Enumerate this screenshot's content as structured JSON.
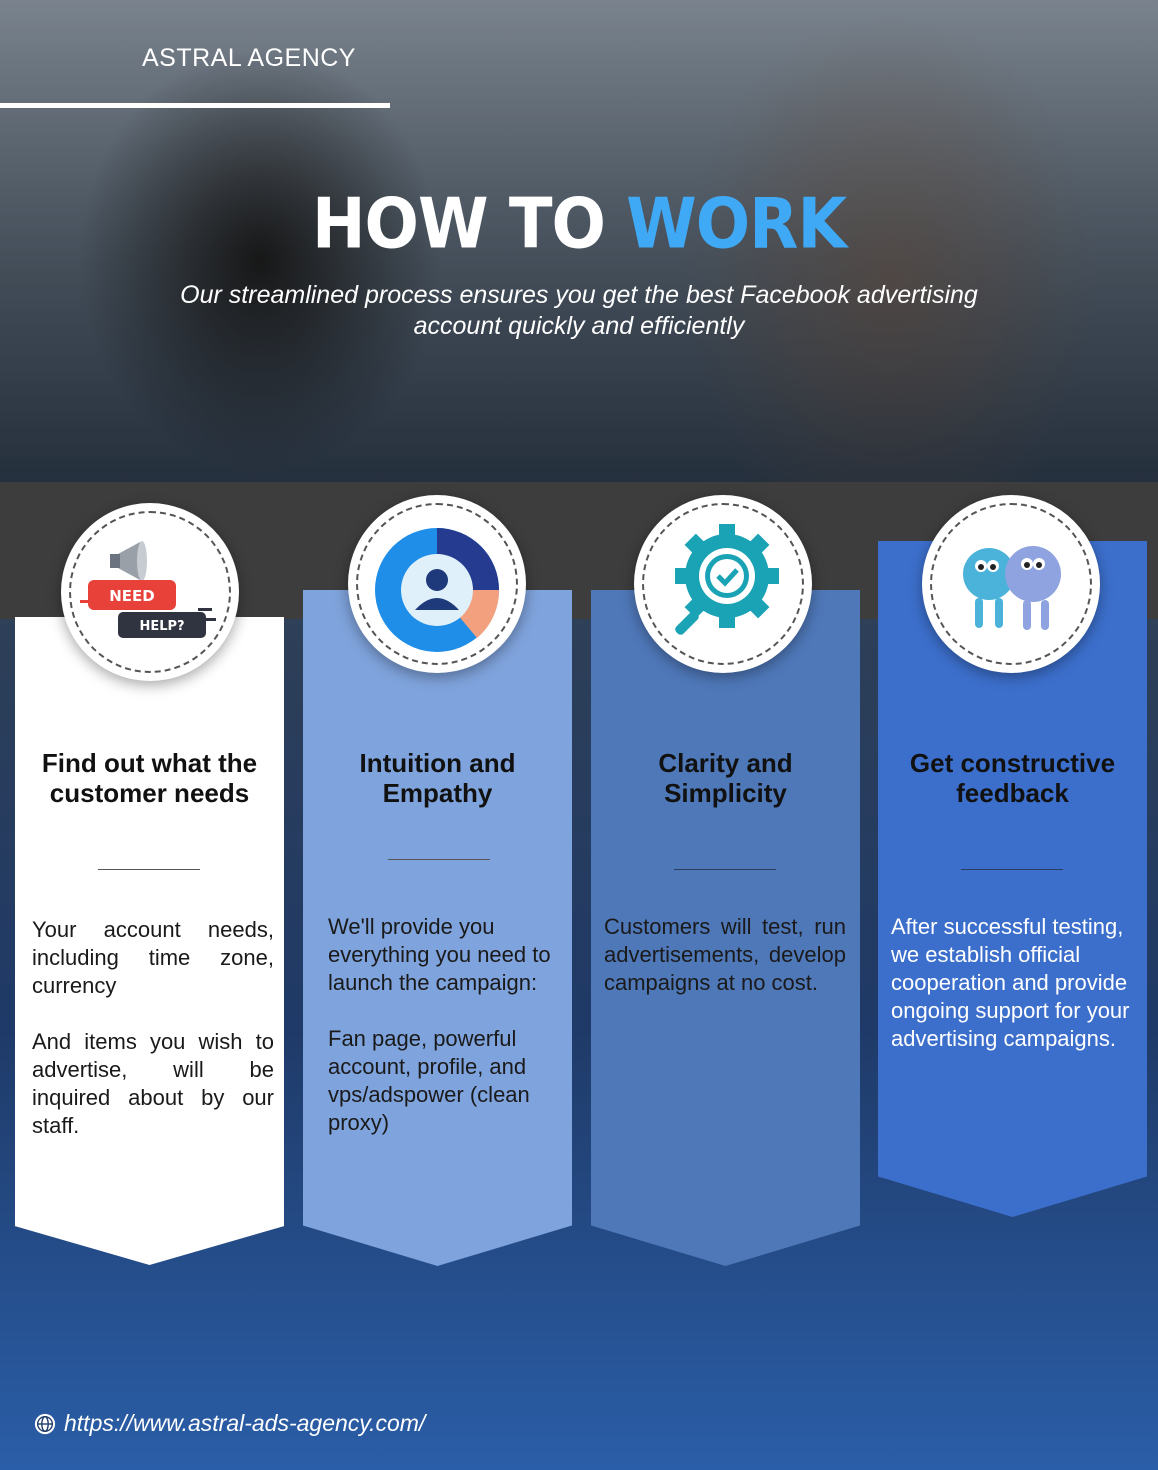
{
  "brand": "ASTRAL AGENCY",
  "title": {
    "main": "HOW TO",
    "accent": "WORK"
  },
  "subtitle": "Our streamlined process ensures you get the best Facebook advertising account quickly and efficiently",
  "cards": [
    {
      "icon": "need-help-megaphone-icon",
      "icon_text_1": "NEED",
      "icon_text_2": "HELP?",
      "heading": "Find out what the customer needs",
      "p1": "Your account needs, including time zone, currency",
      "p2": "And items you wish to advertise, will be inquired about by our staff."
    },
    {
      "icon": "user-chart-icon",
      "heading": "Intuition and Empathy",
      "p1": "We'll provide you everything you need to launch the campaign:",
      "p2": "Fan page, powerful account, profile, and vps/adspower (clean proxy)"
    },
    {
      "icon": "gear-magnifier-check-icon",
      "heading": "Clarity and Simplicity",
      "p1": "Customers will test, run advertisements, develop campaigns at no cost."
    },
    {
      "icon": "two-characters-walking-icon",
      "heading": "Get constructive feedback",
      "p1": "After successful testing, we establish official cooperation and provide ongoing support for your advertising campaigns."
    }
  ],
  "footer": {
    "icon": "globe-icon",
    "url": "https://www.astral-ads-agency.com/"
  },
  "colors": {
    "accent": "#3fa9f5",
    "card1": "#ffffff",
    "card2": "#7fa3dc",
    "card3": "#4f78b9",
    "card4": "#3c6fcc",
    "band": "#3d3d3d"
  }
}
